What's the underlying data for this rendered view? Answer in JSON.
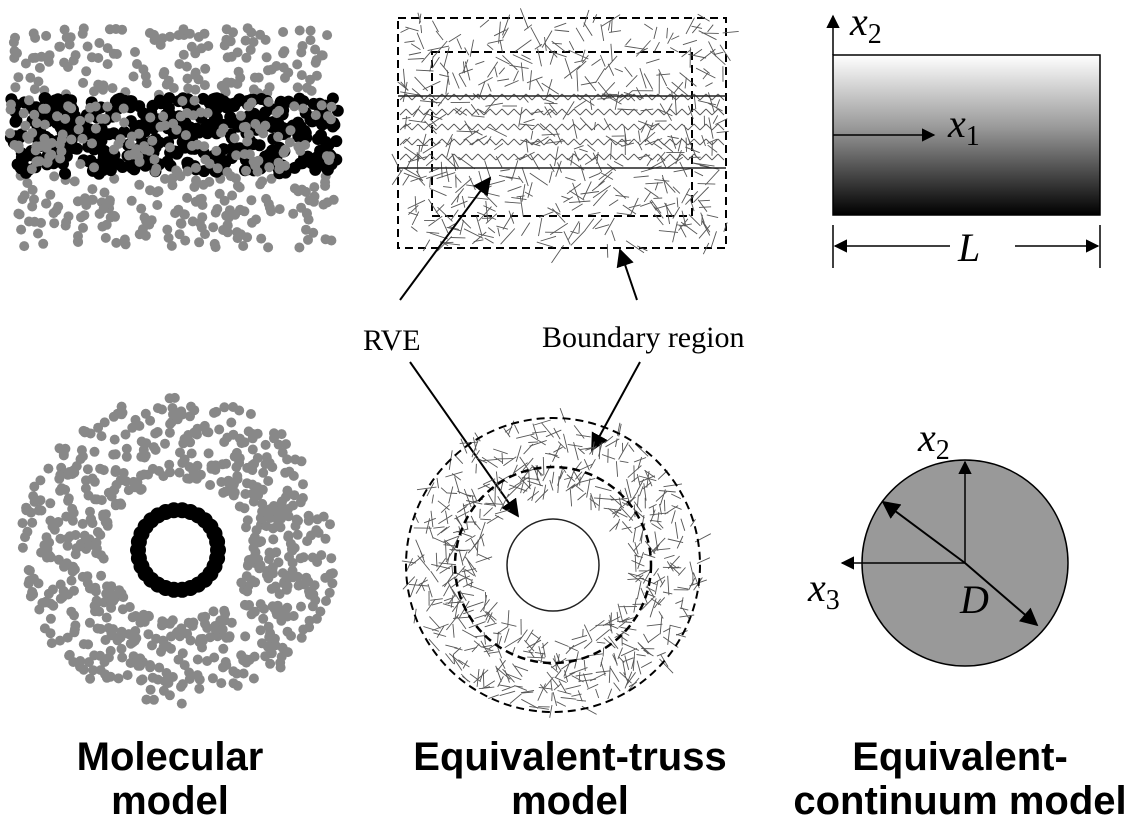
{
  "captions": {
    "molecular": [
      "Molecular",
      "model"
    ],
    "truss": [
      "Equivalent-truss",
      "model"
    ],
    "continuum": [
      "Equivalent-",
      "continuum model"
    ]
  },
  "annotations": {
    "rve": "RVE",
    "boundary": "Boundary region"
  },
  "axes": {
    "x1": "x",
    "x1_sub": "1",
    "x2": "x",
    "x2_sub": "2",
    "x3": "x",
    "x3_sub": "3",
    "length": "L",
    "diameter": "D"
  },
  "colors": {
    "polymer": "#888888",
    "nanotube": "#000000",
    "continuum_circle": "#999999",
    "gradient_top": "#ffffff",
    "gradient_bottom": "#000000"
  }
}
